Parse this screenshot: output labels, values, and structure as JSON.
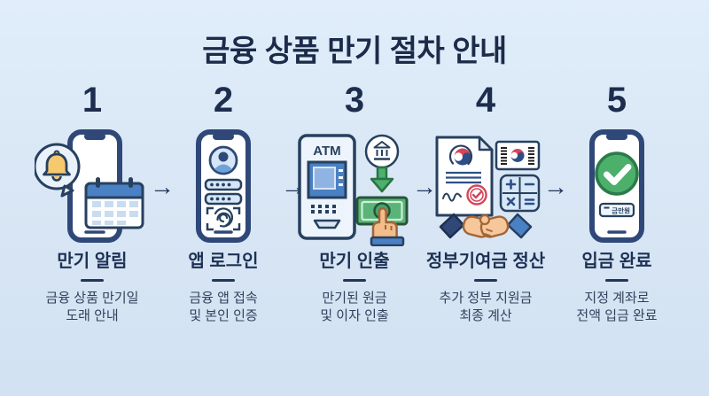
{
  "title": "금융 상품 만기 절차 안내",
  "arrow_symbol": "→",
  "colors": {
    "background": "#d7e5f4",
    "title_text": "#1c2b49",
    "navy_outline": "#2f4878",
    "accent_blue": "#4a80c4",
    "light_blue_fill": "#d4e6f7",
    "green": "#4cb06a",
    "bell_yellow": "#f6c96e",
    "stamp_red": "#d6455a",
    "skin": "#f3bd8b"
  },
  "steps": [
    {
      "number": "1",
      "label": "만기 알림",
      "description": [
        "금융 상품 만기일",
        "도래 안내"
      ],
      "icon": "phone-bell-calendar-icon"
    },
    {
      "number": "2",
      "label": "앱 로그인",
      "description": [
        "금융 앱 접속",
        "및 본인 인증"
      ],
      "icon": "phone-login-fingerprint-icon"
    },
    {
      "number": "3",
      "label": "만기 인출",
      "description": [
        "만기된 원금",
        "및 이자 인출"
      ],
      "icon": "atm-cash-withdrawal-icon",
      "atm_text": "ATM"
    },
    {
      "number": "4",
      "label": "정부기여금 정산",
      "description": [
        "추가 정부 지원금",
        "최종 계산"
      ],
      "icon": "document-flag-calculator-handshake-icon"
    },
    {
      "number": "5",
      "label": "입금 완료",
      "description": [
        "지정 계좌로",
        "전액 입금 완료"
      ],
      "icon": "phone-success-check-icon",
      "badge_text": "금만원"
    }
  ]
}
